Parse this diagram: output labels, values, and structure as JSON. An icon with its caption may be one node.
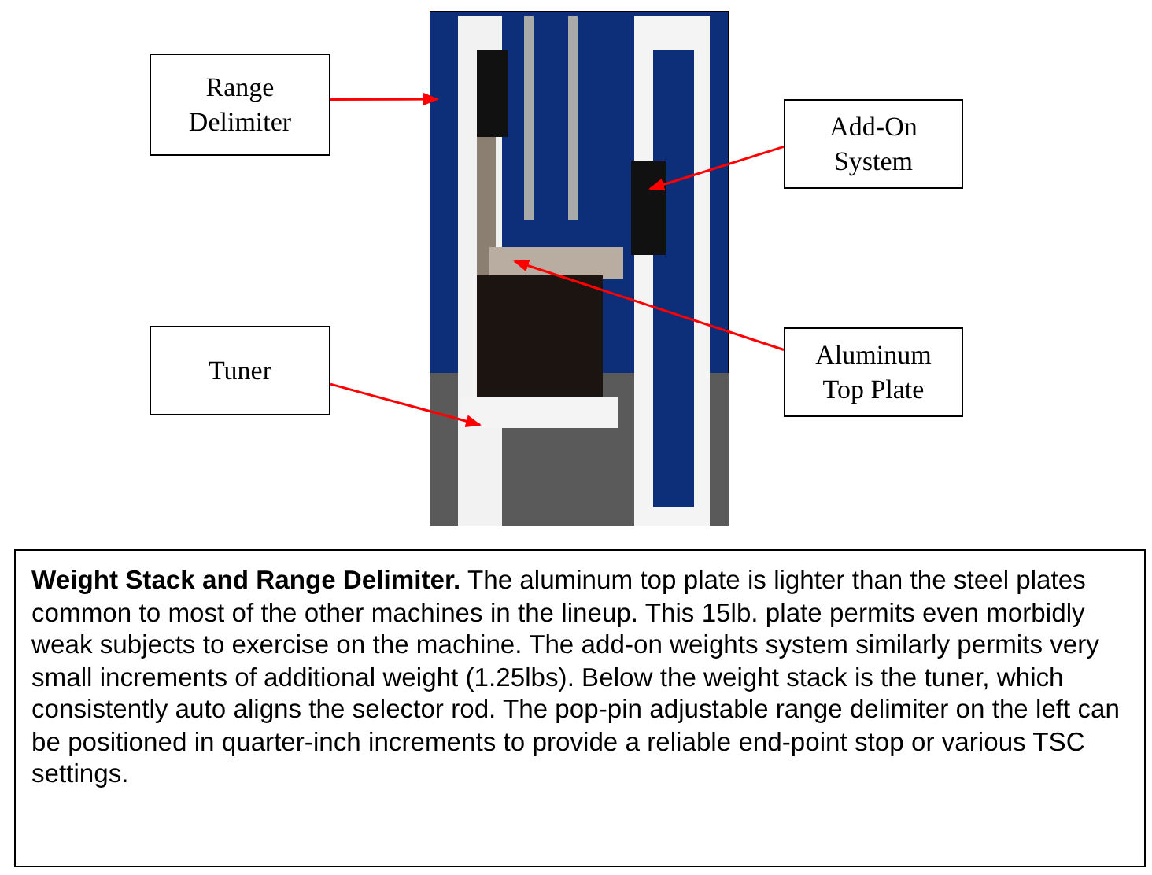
{
  "diagram": {
    "nodes": [
      {
        "text": [
          "Range Delimiter"
        ]
      },
      {
        "text": [
          "Add-On System"
        ]
      },
      {
        "text": [
          "Tuner"
        ]
      },
      {
        "text": [
          "Aluminum Top Plate"
        ]
      },
      {
        "text": [
          "**Weight Stack and Range Delimiter.**  The aluminum top plate is lighter than the steel plates common to most of the other machines in the lineup. This 15lb. plate permits even morbidly weak subjects to exercise on the machine. The add-on weights system similarly permits very small increments of additional weight (1.25lbs). Below the weight stack is the tuner, which consistently auto aligns the selector rod. The pop-pin adjustable range delimiter on the left can be positioned in quarter-inch increments to provide a reliable end-point stop or various TSC settings."
        ]
      }
    ],
    "edges": [
      {
        "from": 0,
        "to": null,
        "arrow": "to"
      },
      {
        "from": 1,
        "to": null,
        "arrow": "to"
      },
      {
        "from": 2,
        "to": null,
        "arrow": "to"
      },
      {
        "from": 3,
        "to": null,
        "arrow": "to"
      }
    ]
  }
}
